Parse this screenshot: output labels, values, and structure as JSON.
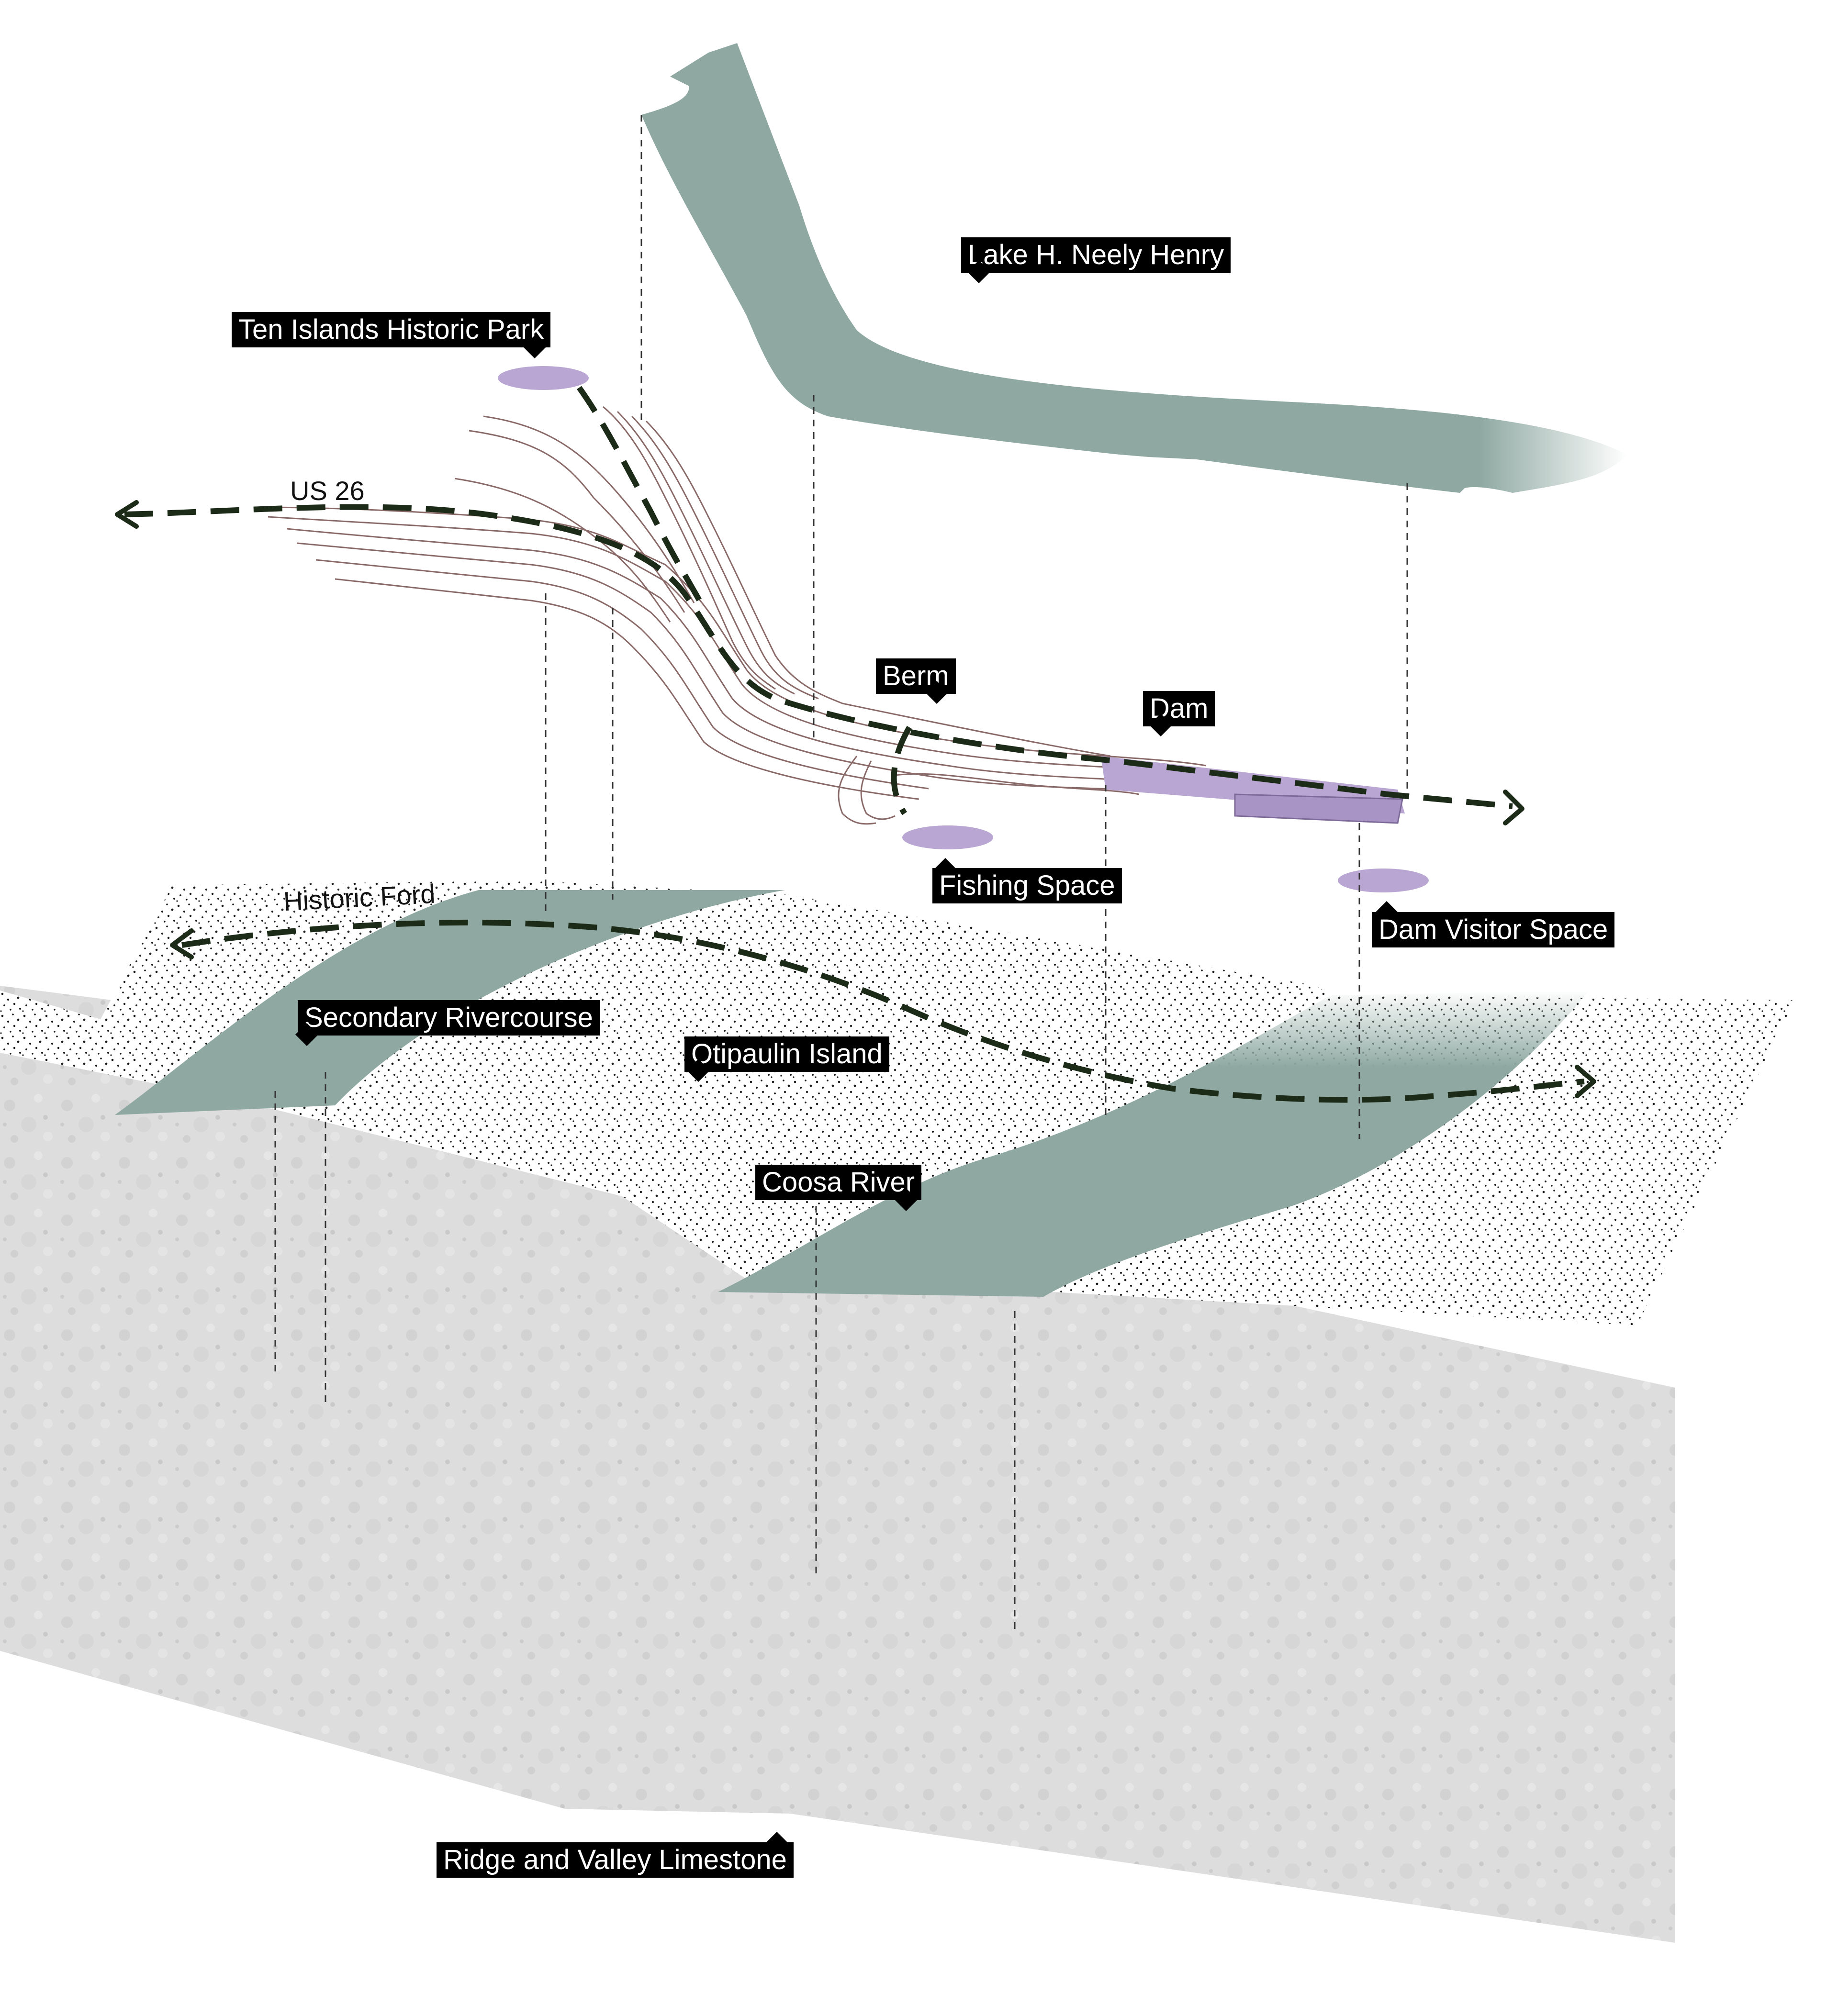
{
  "labels": {
    "lake": "Lake H. Neely Henry",
    "park": "Ten Islands Historic Park",
    "us26": "US 26",
    "berm": "Berm",
    "dam": "Dam",
    "fishing": "Fishing Space",
    "dam_visitor": "Dam Visitor Space",
    "historic_ford": "Historic Ford",
    "secondary": "Secondary Rivercourse",
    "island": "Otipaulin Island",
    "coosa": "Coosa River",
    "limestone": "Ridge and Valley Limestone"
  },
  "colors": {
    "water": "#8fa9a2",
    "rock": "#dcdcdc",
    "contour": "#8a6a68",
    "lavender": "#b9a6d3",
    "path": "#1c2a18",
    "tag_bg": "#000000",
    "tag_text": "#ffffff"
  }
}
